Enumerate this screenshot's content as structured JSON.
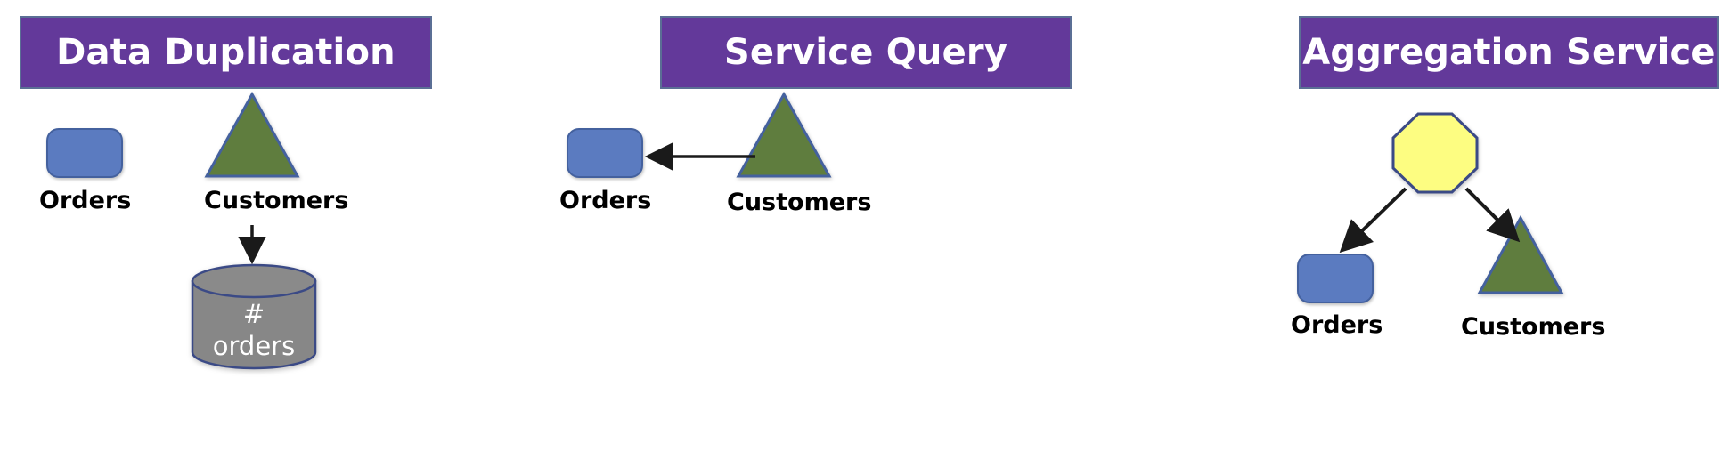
{
  "diagram": {
    "title_bar_color": "#63399a",
    "title_text_color": "#ffffff",
    "service_fill": "#5b7bc0",
    "service_stroke": "#44619e",
    "consumer_fill": "#5f7d3e",
    "consumer_stroke": "#44619e",
    "gateway_fill": "#fdfd81",
    "gateway_stroke": "#3b4a86",
    "database_fill": "#878787",
    "database_stroke": "#3b4a86",
    "arrow_color": "#1a1a1a",
    "background": "#ffffff"
  },
  "panels": [
    {
      "id": "data-duplication",
      "header": "Data Duplication",
      "nodes": [
        {
          "name": "orders-service",
          "label": "Orders",
          "shape": "rounded-rect"
        },
        {
          "name": "customers-service",
          "label": "Customers",
          "shape": "triangle"
        },
        {
          "name": "orders-count-database",
          "label_line1": "#",
          "label_line2": "orders",
          "shape": "cylinder"
        }
      ],
      "arrows": [
        {
          "from": "customers-service",
          "to": "orders-count-database",
          "direction": "down"
        }
      ]
    },
    {
      "id": "service-query",
      "header": "Service Query",
      "nodes": [
        {
          "name": "orders-service",
          "label": "Orders",
          "shape": "rounded-rect"
        },
        {
          "name": "customers-service",
          "label": "Customers",
          "shape": "triangle"
        }
      ],
      "arrows": [
        {
          "from": "customers-service",
          "to": "orders-service",
          "direction": "left"
        }
      ]
    },
    {
      "id": "aggregation-service",
      "header": "Aggregation Service",
      "nodes": [
        {
          "name": "aggregator-gateway",
          "label": "",
          "shape": "octagon"
        },
        {
          "name": "orders-service",
          "label": "Orders",
          "shape": "rounded-rect"
        },
        {
          "name": "customers-service",
          "label": "Customers",
          "shape": "triangle"
        }
      ],
      "arrows": [
        {
          "from": "aggregator-gateway",
          "to": "orders-service",
          "direction": "down-left"
        },
        {
          "from": "aggregator-gateway",
          "to": "customers-service",
          "direction": "down-right"
        }
      ]
    }
  ]
}
